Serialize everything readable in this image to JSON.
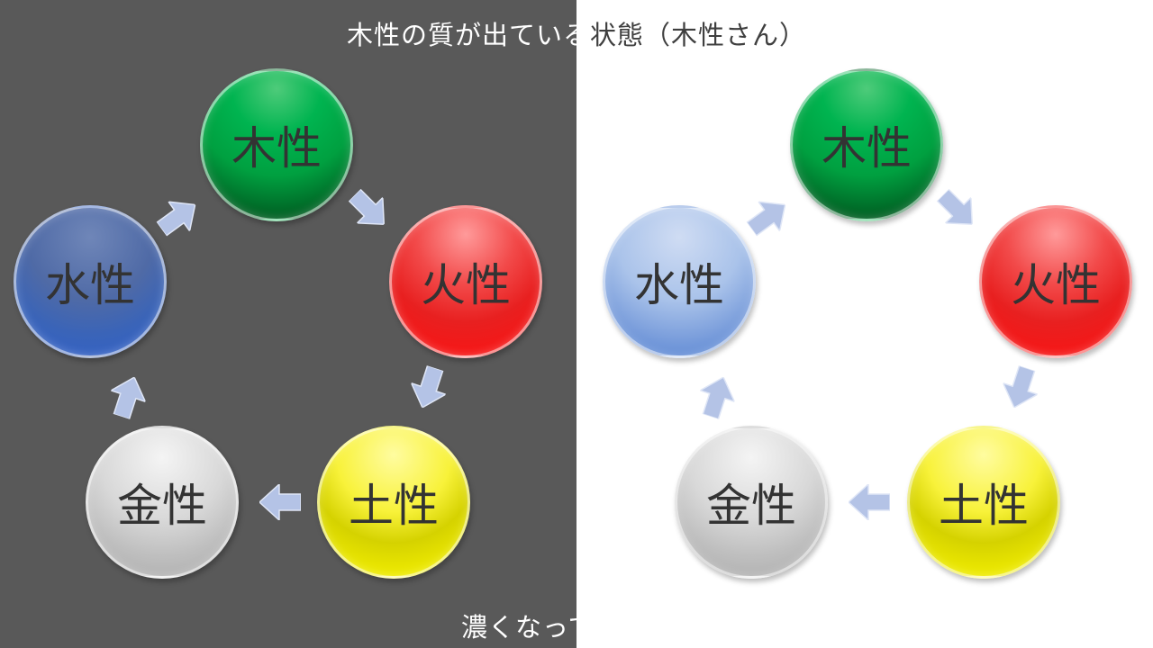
{
  "title": {
    "left_part": "木性の質が出ている",
    "right_part": "状態（木性さん）"
  },
  "caption": "濃くなっている",
  "diagram_left": {
    "wood": "木性",
    "fire": "火性",
    "earth": "土性",
    "metal": "金性",
    "water": "水性"
  },
  "diagram_right": {
    "wood": "木性",
    "fire": "火性",
    "earth": "土性",
    "metal": "金性",
    "water": "水性"
  },
  "colors": {
    "left_background": "#595959",
    "right_background": "#ffffff",
    "arrow": "#b4c3e6",
    "wood": "#00a040",
    "fire": "#e82020",
    "earth": "#f8f23a",
    "metal": "#c8c8c8",
    "water_dark": "#4f6aa6",
    "water_light": "#aac3ea"
  }
}
